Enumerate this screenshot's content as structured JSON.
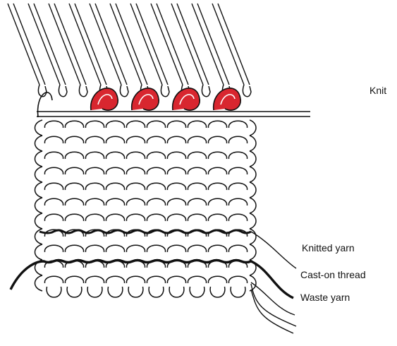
{
  "labels": {
    "knit": "Knit",
    "knitted_yarn": "Knitted yarn",
    "cast_on_thread": "Cast-on thread",
    "waste_yarn": "Waste yarn"
  },
  "colors": {
    "ink": "#111111",
    "highlight_loop": "#d8262f",
    "background": "#ffffff"
  },
  "diagram": {
    "needle_count": 11,
    "highlighted_needles": 4,
    "knit_rows": 8,
    "waste_rows": 3
  }
}
